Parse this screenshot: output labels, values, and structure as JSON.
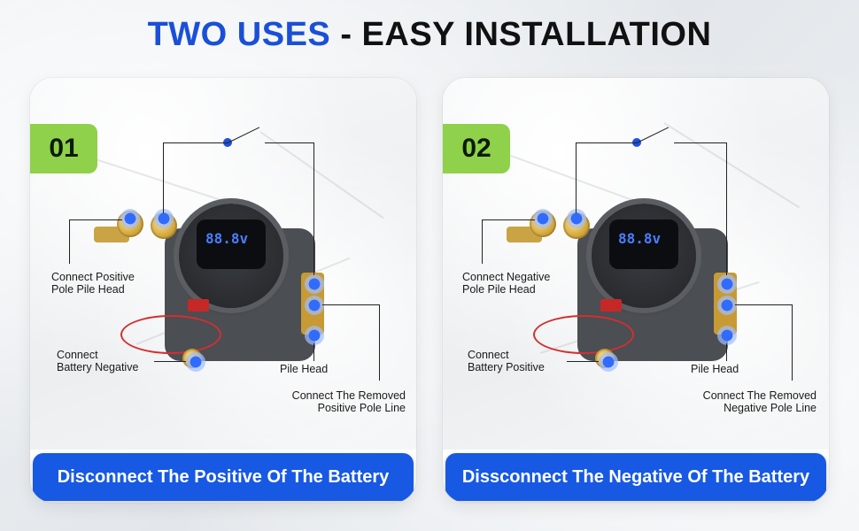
{
  "title": {
    "accent": "TWO USES",
    "rest": " - EASY INSTALLATION"
  },
  "panels": [
    {
      "step": "01",
      "label_connect_pole": "Connect Positive\nPole Pile Head",
      "label_battery": "Connect\nBattery Negative",
      "label_pile_head": "Pile Head",
      "label_removed": "Connect The Removed\nPositive Pole Line",
      "cta": "Disconnect The Positive Of The Battery",
      "display_digits": "88.8v"
    },
    {
      "step": "02",
      "label_connect_pole": "Connect Negative\nPole Pile Head",
      "label_battery": "Connect\nBattery Positive",
      "label_pile_head": "Pile Head",
      "label_removed": "Connect The Removed\nNegative Pole Line",
      "cta": "Dissconnect The Negative Of The Battery",
      "display_digits": "88.8v"
    }
  ],
  "colors": {
    "accent_blue": "#1a4fd8",
    "button_blue": "#1759e2",
    "badge_green": "#8fd14a"
  }
}
